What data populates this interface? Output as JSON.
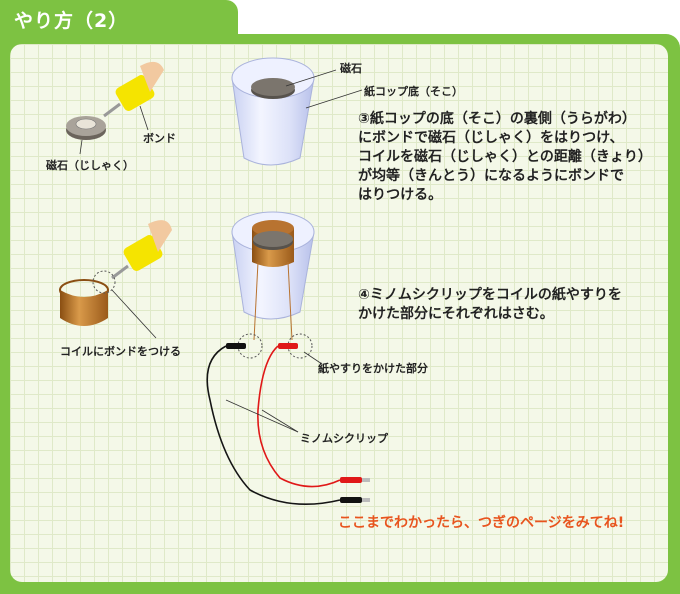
{
  "header": {
    "title": "やり方（2）"
  },
  "labels": {
    "magnet_top": "磁石",
    "cup_bottom": "紙コップ底（そこ）",
    "bond": "ボンド",
    "magnet_left": "磁石（じしゃく）",
    "coil_bond": "コイルにボンドをつける",
    "sanded_part": "紙やすりをかけた部分",
    "clip": "ミノムシクリップ"
  },
  "steps": [
    {
      "lines": [
        "③紙コップの底（そこ）の裏側（うらがわ）",
        "にボンドで磁石（じしゃく）をはりつけ、",
        "コイルを磁石（じしゃく）との距離（きょり）",
        "が均等（きんとう）になるようにボンドで",
        "はりつける。"
      ]
    },
    {
      "lines": [
        "④ミノムシクリップをコイルの紙やすりを",
        "かけた部分にそれぞれはさむ。"
      ]
    }
  ],
  "footer": {
    "text": "ここまでわかったら、つぎのページをみてね!"
  },
  "colors": {
    "frame_green": "#7dc242",
    "footer_orange": "#e8541e",
    "bond_yellow": "#f5e400",
    "coil_copper": "#c07a2a",
    "wire_red": "#e01818",
    "wire_black": "#151515"
  }
}
